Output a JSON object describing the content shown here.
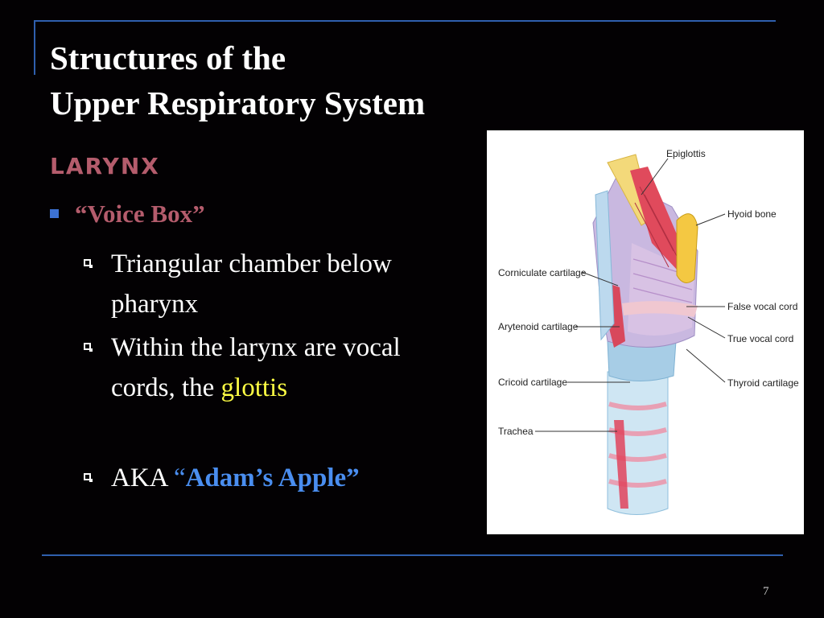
{
  "slide": {
    "title_line1": "Structures of the",
    "title_line2": "Upper Respiratory System",
    "heading": "Larynx",
    "bullet": "“Voice Box”",
    "sub1": "Triangular chamber below pharynx",
    "sub2_prefix": "Within the larynx are vocal cords, the ",
    "sub2_highlight": "glottis",
    "sub3_prefix": "AKA  ",
    "sub3_quote_open": "“",
    "sub3_highlight": "Adam’s Apple”",
    "page_number": "7"
  },
  "figure": {
    "labels": {
      "epiglottis": "Epiglottis",
      "hyoid": "Hyoid bone",
      "corniculate": "Corniculate cartilage",
      "false_cord": "False vocal cord",
      "arytenoid": "Arytenoid cartilage",
      "true_cord": "True vocal cord",
      "cricoid": "Cricoid cartilage",
      "thyroid": "Thyroid cartilage",
      "trachea": "Trachea"
    }
  },
  "colors": {
    "background": "#030103",
    "rule": "#2f5fae",
    "heading": "#b45c6c",
    "highlight_yellow": "#ffff44",
    "highlight_blue": "#4a8ef0"
  }
}
